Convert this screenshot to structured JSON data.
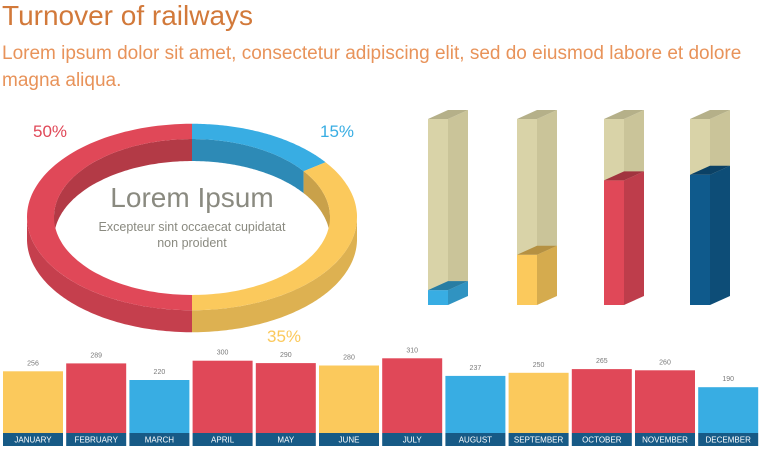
{
  "header": {
    "title": "Turnover of railways",
    "subtitle": "Lorem ipsum dolor sit amet, consectetur adipiscing elit, sed do eiusmod labore et dolore magna aliqua."
  },
  "ring": {
    "center_title": "Lorem Ipsum",
    "center_text_1": "Excepteur sint occaecat cupidatat",
    "center_text_2": "non proident"
  },
  "colors": {
    "red": "#e04858",
    "blue": "#38ade3",
    "yellow": "#fbc95c",
    "navy": "#0f5a8c",
    "beige": "#d7d1a3",
    "month_bar": "#175a86"
  },
  "chart_data": [
    {
      "type": "pie",
      "labels": [
        "50%",
        "15%",
        "35%"
      ],
      "values": [
        50,
        15,
        35
      ],
      "colors": [
        "#e04858",
        "#38ade3",
        "#fbc95c"
      ]
    },
    {
      "type": "bar",
      "orientation": "vertical",
      "categories": [
        "",
        "",
        "",
        ""
      ],
      "values": [
        8,
        27,
        67,
        70
      ],
      "ylim": [
        0,
        100
      ],
      "colors": [
        "#38ade3",
        "#fbc95c",
        "#e04858",
        "#0f5a8c"
      ]
    },
    {
      "type": "bar",
      "categories": [
        "JANUARY",
        "FEBRUARY",
        "MARCH",
        "APRIL",
        "MAY",
        "JUNE",
        "JULY",
        "AUGUST",
        "SEPTEMBER",
        "OCTOBER",
        "NOVEMBER",
        "DECEMBER"
      ],
      "values": [
        256,
        289,
        220,
        300,
        290,
        280,
        310,
        237,
        250,
        265,
        260,
        190
      ],
      "colors": [
        "#fbc95c",
        "#e04858",
        "#38ade3",
        "#e04858",
        "#e04858",
        "#fbc95c",
        "#e04858",
        "#38ade3",
        "#fbc95c",
        "#e04858",
        "#e04858",
        "#38ade3"
      ]
    }
  ]
}
